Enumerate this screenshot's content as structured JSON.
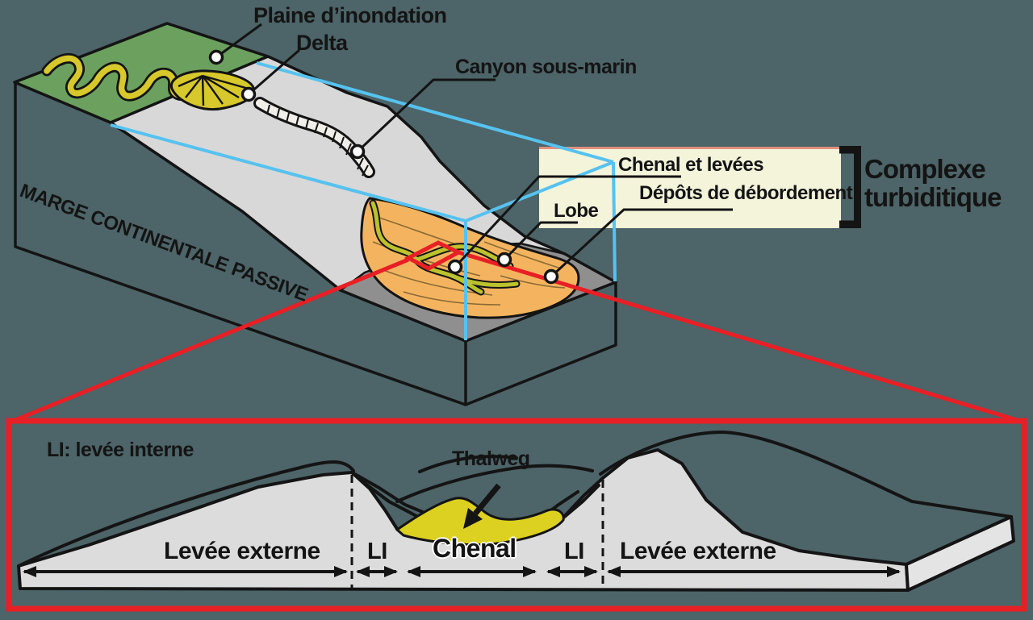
{
  "background_color": "#4d6468",
  "palette": {
    "floodplain_green": "#6ba05e",
    "river_delta_yellow": "#d7c82b",
    "shelf_slope_gray": "#d8d8d8",
    "seafloor_gray": "#8f8f8f",
    "fan_orange": "#f4b45f",
    "fan_channel_olive": "#bcc22e",
    "highlight_red": "#e81f25",
    "projection_cyan": "#56c2ef",
    "label_box_fill": "#f3f4da",
    "label_box_top_border": "#e2907e",
    "cross_section_gray": "#dcdcdc",
    "channel_fill_yellow": "#dcd020"
  },
  "top_diagram": {
    "margin_label": "MARGE CONTINENTALE PASSIVE",
    "labels": {
      "floodplain": "Plaine d’inondation",
      "delta": "Delta",
      "submarine_canyon": "Canyon sous-marin",
      "channel_and_levees": "Chenal et levées",
      "overbank_deposits": "Dépôts de débordement",
      "lobe": "Lobe"
    },
    "bracket_label": {
      "line1": "Complexe",
      "line2": "turbiditique"
    }
  },
  "bottom_panel": {
    "legend": "LI: levée interne",
    "thalweg": "Thalweg",
    "sections": {
      "outer_levee_left": "Levée externe",
      "inner_levee_left": "LI",
      "channel": "Chenal",
      "inner_levee_right": "LI",
      "outer_levee_right": "Levée externe"
    }
  }
}
